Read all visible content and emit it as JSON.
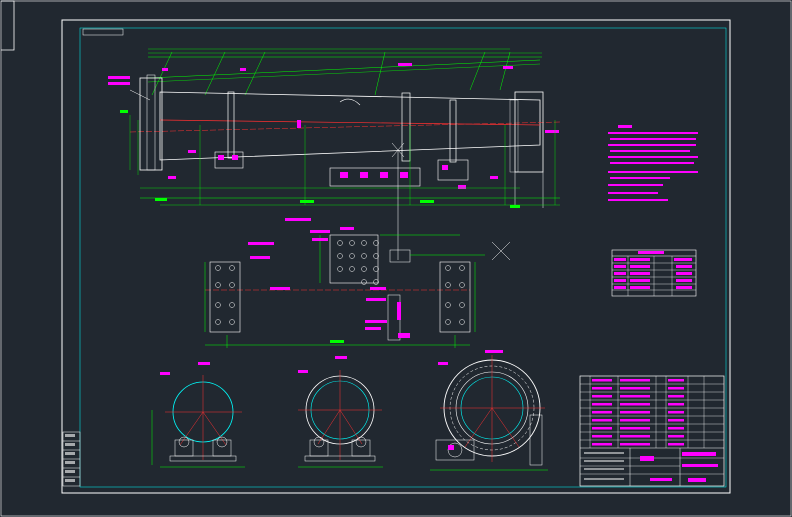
{
  "app": {
    "title": "",
    "background": "#212830"
  },
  "colors": {
    "frame": "#ffffff",
    "dim": "#00ff00",
    "annotation": "#ff00ff",
    "geometry": "#ffffff",
    "center": "#ff0000",
    "accent_cyan": "#00ffff",
    "accent_red": "#ff3030"
  },
  "title_block": {
    "icon_left_cells": 6,
    "cells_right_rows": 8
  },
  "views": {
    "main": "rotary-kiln-elevation",
    "plan": "foundation-plan",
    "sections": [
      "section-1",
      "section-2",
      "section-3"
    ]
  },
  "tables": {
    "tech_table": "technical-parameters-table",
    "tech_notes": "technical-requirements-notes",
    "bom": "bill-of-materials-table"
  }
}
